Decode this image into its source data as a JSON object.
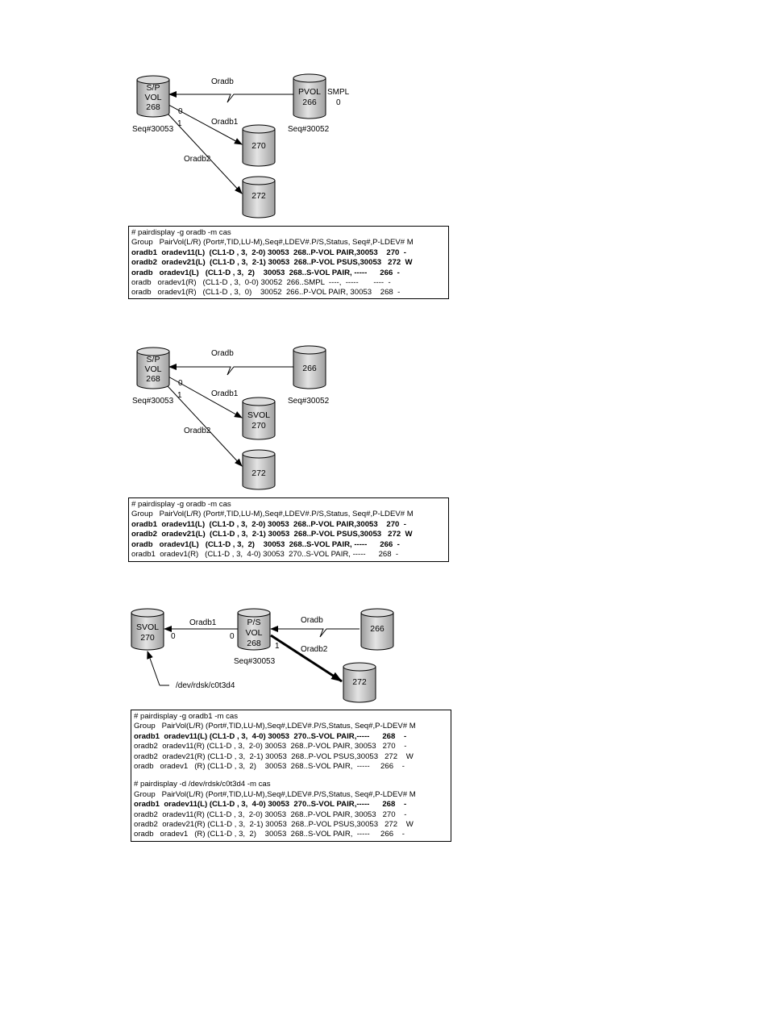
{
  "diagram1": {
    "volumes": [
      {
        "id": "sp-vol-268",
        "lines": [
          "S/P",
          "VOL",
          "268"
        ]
      },
      {
        "id": "pvol-266",
        "lines": [
          "PVOL",
          "266"
        ]
      },
      {
        "id": "vol-270",
        "lines": [
          "270"
        ]
      },
      {
        "id": "vol-272",
        "lines": [
          "272"
        ]
      }
    ],
    "labels": {
      "oradb": "Oradb",
      "oradb1": "Oradb1",
      "oradb2": "Oradb2",
      "smpl": "SMPL",
      "smpl_num": "0",
      "mu0": "0",
      "mu1": "1",
      "seq_left": "Seq#30053",
      "seq_right": "Seq#30052"
    },
    "output": [
      {
        "text": "# pairdisplay -g oradb -m cas",
        "bold": false
      },
      {
        "text": "Group   PairVol(L/R) (Port#,TID,LU-M),Seq#,LDEV#.P/S,Status, Seq#,P-LDEV# M",
        "bold": false
      },
      {
        "text": "oradb1  oradev11(L)  (CL1-D , 3,  2-0) 30053  268..P-VOL PAIR,30053    270  -",
        "bold": true
      },
      {
        "text": "oradb2  oradev21(L)  (CL1-D , 3,  2-1) 30053  268..P-VOL PSUS,30053   272  W",
        "bold": true
      },
      {
        "text": "oradb   oradev1(L)   (CL1-D , 3,  2)    30053  268..S-VOL PAIR, -----      266  -",
        "bold": true
      },
      {
        "text": "oradb   oradev1(R)   (CL1-D , 3,  0-0) 30052  266..SMPL  ----,  -----       ----  -",
        "bold": false
      },
      {
        "text": "oradb   oradev1(R)   (CL1-D , 3,  0)    30052  266..P-VOL PAIR, 30053    268  -",
        "bold": false
      }
    ]
  },
  "diagram2": {
    "volumes": [
      {
        "id": "sp-vol-268",
        "lines": [
          "S/P",
          "VOL",
          "268"
        ]
      },
      {
        "id": "vol-266",
        "lines": [
          "266"
        ]
      },
      {
        "id": "svol-270",
        "lines": [
          "SVOL",
          "270"
        ]
      },
      {
        "id": "vol-272",
        "lines": [
          "272"
        ]
      }
    ],
    "labels": {
      "oradb": "Oradb",
      "oradb1": "Oradb1",
      "oradb2": "Oradb2",
      "mu0": "0",
      "mu1": "1",
      "seq_left": "Seq#30053",
      "seq_right": "Seq#30052"
    },
    "output": [
      {
        "text": "# pairdisplay -g oradb -m cas",
        "bold": false
      },
      {
        "text": "Group   PairVol(L/R) (Port#,TID,LU-M),Seq#,LDEV#.P/S,Status, Seq#,P-LDEV# M",
        "bold": false
      },
      {
        "text": "oradb1  oradev11(L)  (CL1-D , 3,  2-0) 30053  268..P-VOL PAIR,30053    270  -",
        "bold": true
      },
      {
        "text": "oradb2  oradev21(L)  (CL1-D , 3,  2-1) 30053  268..P-VOL PSUS,30053   272  W",
        "bold": true
      },
      {
        "text": "oradb   oradev1(L)   (CL1-D , 3,  2)    30053  268..S-VOL PAIR, -----      266  -",
        "bold": true
      },
      {
        "text": "oradb1  oradev1(R)   (CL1-D , 3,  4-0) 30053  270..S-VOL PAIR, -----      268  -",
        "bold": false
      }
    ]
  },
  "diagram3": {
    "volumes": [
      {
        "id": "svol-270",
        "lines": [
          "SVOL",
          "270"
        ]
      },
      {
        "id": "ps-vol-268",
        "lines": [
          "P/S",
          "VOL",
          "268"
        ]
      },
      {
        "id": "vol-266",
        "lines": [
          "266"
        ]
      },
      {
        "id": "vol-272",
        "lines": [
          "272"
        ]
      }
    ],
    "labels": {
      "oradb1": "Oradb1",
      "oradb": "Oradb",
      "oradb2": "Oradb2",
      "mu0_left": "0",
      "mu0_right": "0",
      "mu1": "1",
      "seq": "Seq#30053",
      "device": "/dev/rdsk/c0t3d4"
    },
    "output1": [
      {
        "text": "# pairdisplay -g oradb1 -m cas",
        "bold": false
      },
      {
        "text": "Group   PairVol(L/R) (Port#,TID,LU-M),Seq#,LDEV#.P/S,Status, Seq#,P-LDEV# M",
        "bold": false
      },
      {
        "text": "oradb1  oradev11(L) (CL1-D , 3,  4-0) 30053  270..S-VOL PAIR,-----      268    -",
        "bold": true
      },
      {
        "text": "oradb2  oradev11(R) (CL1-D , 3,  2-0) 30053  268..P-VOL PAIR, 30053   270    -",
        "bold": false
      },
      {
        "text": "oradb2  oradev21(R) (CL1-D , 3,  2-1) 30053  268..P-VOL PSUS,30053   272    W",
        "bold": false
      },
      {
        "text": "oradb   oradev1   (R) (CL1-D , 3,  2)    30053  268..S-VOL PAIR,  -----     266    -",
        "bold": false
      }
    ],
    "output2": [
      {
        "text": "# pairdisplay -d /dev/rdsk/c0t3d4 -m cas",
        "bold": false
      },
      {
        "text": "Group   PairVol(L/R) (Port#,TID,LU-M),Seq#,LDEV#.P/S,Status, Seq#,P-LDEV# M",
        "bold": false
      },
      {
        "text": "oradb1  oradev11(L) (CL1-D , 3,  4-0) 30053  270..S-VOL PAIR,-----      268    -",
        "bold": true
      },
      {
        "text": "oradb2  oradev11(R) (CL1-D , 3,  2-0) 30053  268..P-VOL PAIR, 30053   270    -",
        "bold": false
      },
      {
        "text": "oradb2  oradev21(R) (CL1-D , 3,  2-1) 30053  268..P-VOL PSUS,30053   272    W",
        "bold": false
      },
      {
        "text": "oradb   oradev1   (R) (CL1-D , 3,  2)    30053  268..S-VOL PAIR,  -----     266    -",
        "bold": false
      }
    ]
  }
}
